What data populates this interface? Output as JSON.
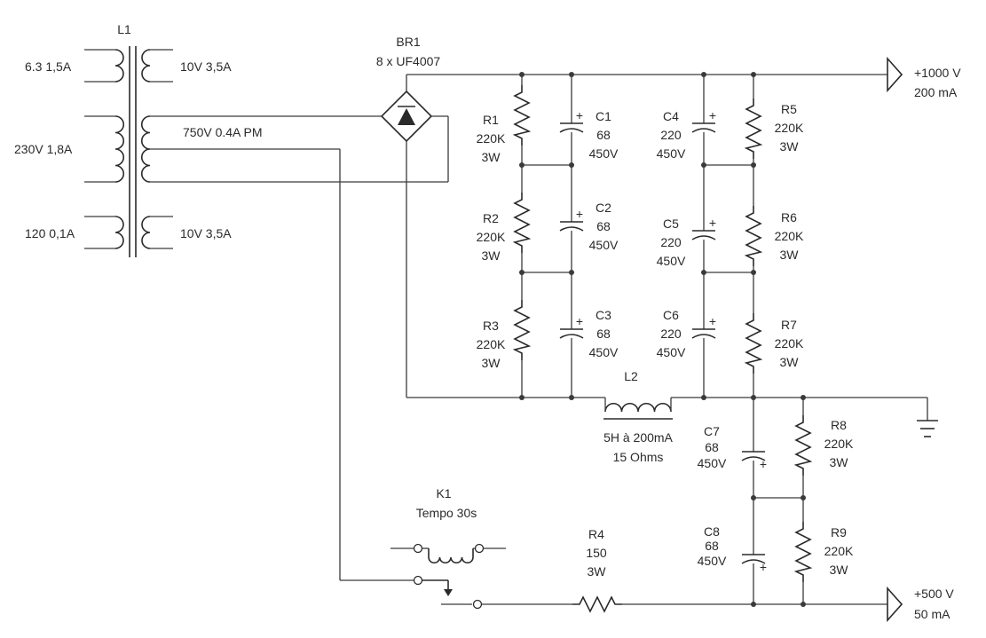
{
  "transformer": {
    "ref": "L1",
    "pri_top": "6.3 1,5A",
    "pri_mid": "230V 1,8A",
    "pri_bot": "120 0,1A",
    "sec_top": "10V 3,5A",
    "sec_mid": "750V 0.4A PM",
    "sec_bot": "10V 3,5A"
  },
  "bridge": {
    "ref": "BR1",
    "value": "8 x UF4007"
  },
  "resistors": {
    "r1": {
      "ref": "R1",
      "value": "220K",
      "power": "3W"
    },
    "r2": {
      "ref": "R2",
      "value": "220K",
      "power": "3W"
    },
    "r3": {
      "ref": "R3",
      "value": "220K",
      "power": "3W"
    },
    "r5": {
      "ref": "R5",
      "value": "220K",
      "power": "3W"
    },
    "r6": {
      "ref": "R6",
      "value": "220K",
      "power": "3W"
    },
    "r7": {
      "ref": "R7",
      "value": "220K",
      "power": "3W"
    },
    "r8": {
      "ref": "R8",
      "value": "220K",
      "power": "3W"
    },
    "r9": {
      "ref": "R9",
      "value": "220K",
      "power": "3W"
    },
    "r4": {
      "ref": "R4",
      "value": "150",
      "power": "3W"
    }
  },
  "capacitors": {
    "c1": {
      "ref": "C1",
      "value": "68",
      "voltage": "450V"
    },
    "c2": {
      "ref": "C2",
      "value": "68",
      "voltage": "450V"
    },
    "c3": {
      "ref": "C3",
      "value": "68",
      "voltage": "450V"
    },
    "c4": {
      "ref": "C4",
      "value": "220",
      "voltage": "450V"
    },
    "c5": {
      "ref": "C5",
      "value": "220",
      "voltage": "450V"
    },
    "c6": {
      "ref": "C6",
      "value": "220",
      "voltage": "450V"
    },
    "c7": {
      "ref": "C7",
      "value": "68",
      "voltage": "450V"
    },
    "c8": {
      "ref": "C8",
      "value": "68",
      "voltage": "450V"
    }
  },
  "choke": {
    "ref": "L2",
    "spec": "5H à 200mA",
    "resistance": "15 Ohms"
  },
  "relay": {
    "ref": "K1",
    "spec": "Tempo 30s"
  },
  "outputs": {
    "hv": {
      "voltage": "+1000 V",
      "current": "200 mA"
    },
    "lv": {
      "voltage": "+500 V",
      "current": "50 mA"
    }
  },
  "polarity_mark": "+"
}
